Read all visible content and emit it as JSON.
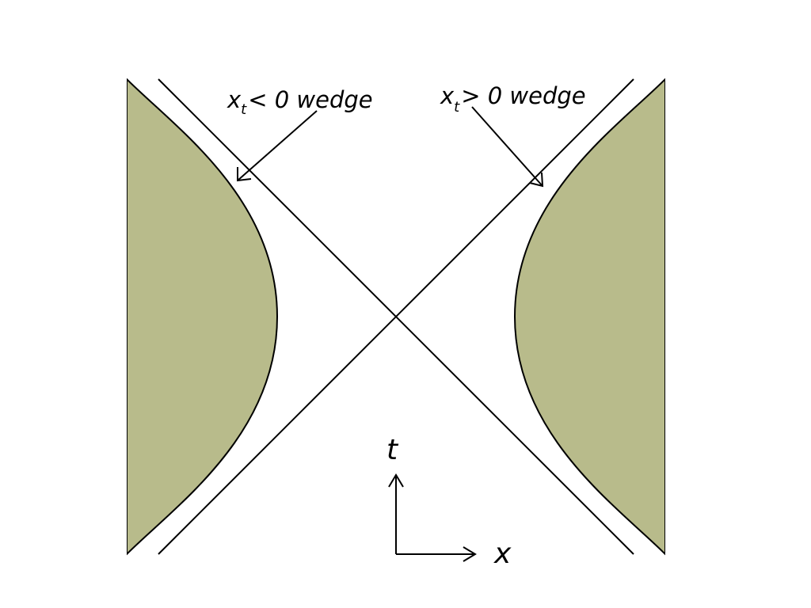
{
  "colors": {
    "region_fill": "#b8bb8b",
    "line": "#000000",
    "background": "#ffffff"
  },
  "annotations": {
    "left_wedge": {
      "var": "x",
      "sub": "t",
      "text": "< 0 wedge"
    },
    "right_wedge": {
      "var": "x",
      "sub": "t",
      "text": "> 0 wedge"
    }
  },
  "axes": {
    "time_label": "t",
    "space_label": "x"
  }
}
